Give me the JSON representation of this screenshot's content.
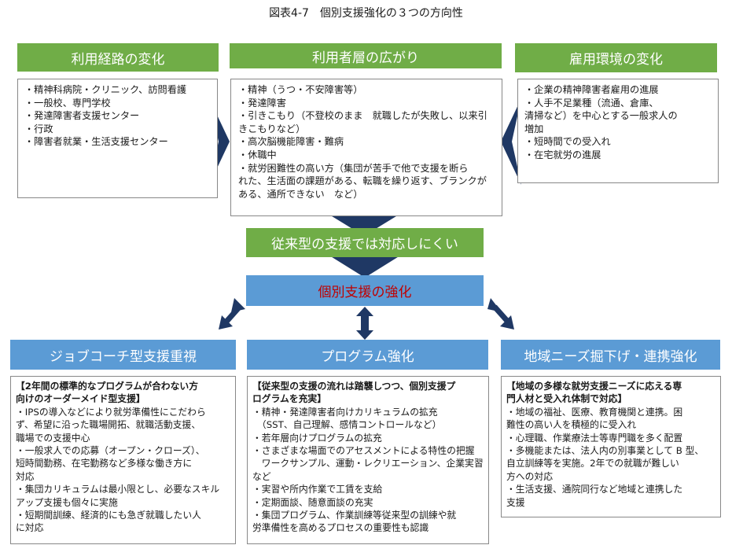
{
  "title": "図表4-7　個別支援強化の３つの方向性",
  "top": {
    "left": {
      "header": "利用経路の変化",
      "lines": [
        "・精神科病院・クリニック、訪問看護",
        "・一般校、専門学校",
        "・発達障害者支援センター",
        "・行政",
        "・障害者就業・生活支援センター"
      ]
    },
    "center": {
      "header": "利用者層の広がり",
      "lines": [
        "・精神（うつ・不安障害等）",
        "・発達障害",
        "・引きこもり（不登校のまま　就職したが失敗し、以来引",
        "きこもりなど）",
        "・高次脳機能障害・難病",
        "・休職中",
        "・就労困難性の高い方（集団が苦手で他で支援を断ら",
        "れた、生活面の課題がある、転職を繰り返す、ブランクが",
        "ある、通所できない　など）"
      ]
    },
    "right": {
      "header": "雇用環境の変化",
      "lines": [
        "・企業の精神障害者雇用の進展",
        "・人手不足業種（流通、倉庫、",
        "清掃など）を中心とする一般求人の",
        "増加",
        "・短時間での受入れ",
        "・在宅就労の進展"
      ]
    }
  },
  "middle": {
    "conventional": "従来型の支援では対応しにくい",
    "main": "個別支援の強化"
  },
  "bottom": {
    "left": {
      "header": "ジョブコーチ型支援重視",
      "lead": [
        "【2年間の標準的なプログラムが合わない方",
        "向けのオーダーメイド型支援】"
      ],
      "lines": [
        "・IPSの導入などにより就労準備性にこだわら",
        "ず、希望に沿った職場開拓、就職活動支援、",
        "職場での支援中心",
        "・一般求人での応募（オープン・クローズ）、",
        "短時間勤務、在宅勤務など多様な働き方に",
        "対応",
        "・集団カリキュラムは最小限とし、必要なスキル",
        "アップ支援も個々に実施",
        "・短期間訓練、経済的にも急ぎ就職したい人",
        "に対応"
      ]
    },
    "center": {
      "header": "プログラム強化",
      "lead": [
        "【従来型の支援の流れは踏襲しつつ、個別支援プ",
        "ログラムを充実】"
      ],
      "lines": [
        "・精神・発達障害者向けカリキュラムの拡充",
        "　（SST、自己理解、感情コントロールなど）",
        "・若年層向けプログラムの拡充",
        "・さまざまな場面でのアセスメントによる特性の把握",
        "　ワークサンプル、運動・レクリエーション、企業実習",
        "など",
        "・実習や所内作業で工賃を支給",
        "・定期面談、随意面談の充実",
        "・集団プログラム、作業訓練等従来型の訓練や就",
        "労準備性を高めるプロセスの重要性も認識"
      ]
    },
    "right": {
      "header": "地域ニーズ掘下げ・連携強化",
      "lead": [
        "【地域の多様な就労支援ニーズに応える専",
        "門人材と受入れ体制で対応】"
      ],
      "lines": [
        "・地域の福祉、医療、教育機関と連携。困",
        "難性の高い人を積極的に受入れ",
        "・心理職、作業療法士等専門職を多く配置",
        "・多機能または、法人内の別事業として B 型、",
        "自立訓練等を実施。2年での就職が難しい",
        "方への対応",
        "・生活支援、通院同行など地域と連携した",
        "支援"
      ]
    }
  },
  "colors": {
    "green": "#70ad47",
    "blue": "#5b9bd5",
    "arrow": "#1f3864",
    "main_text": "#c00000"
  }
}
